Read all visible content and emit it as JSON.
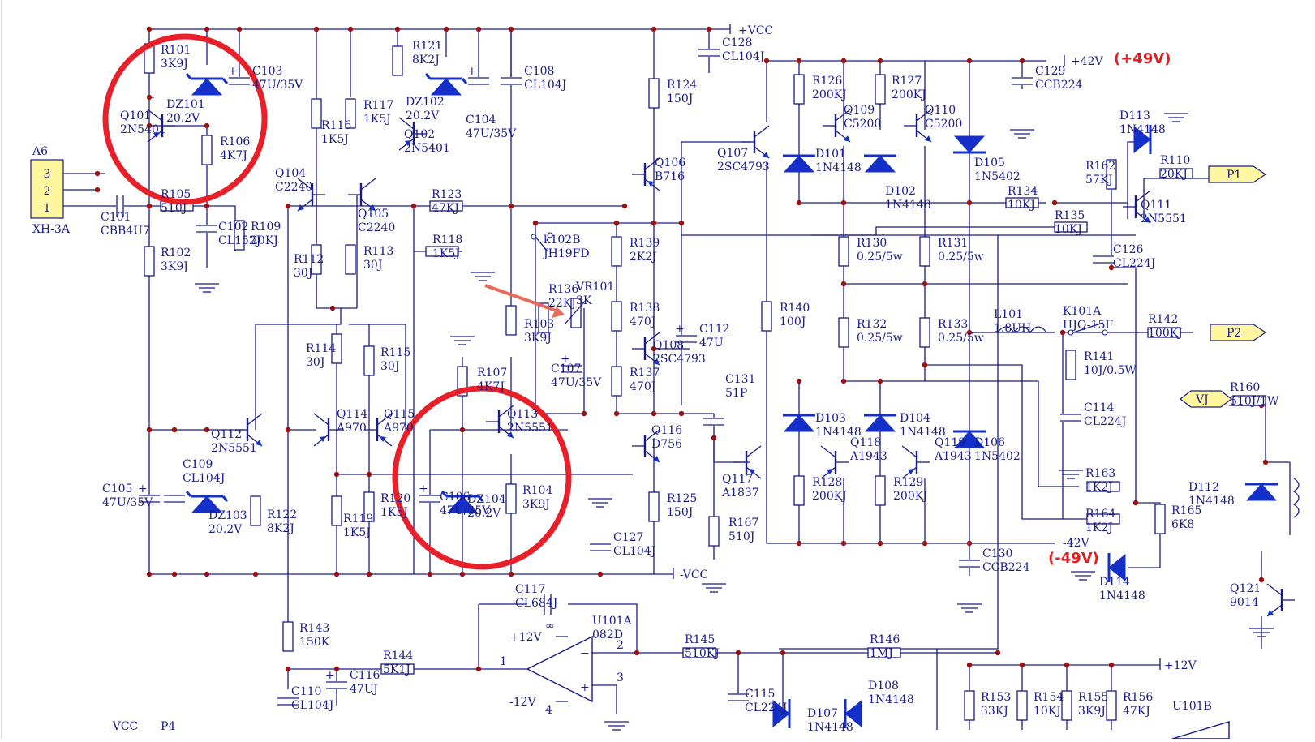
{
  "colors": {
    "wire": "#1a1a8a",
    "junction": "#9b1010",
    "diode": "#1430c8",
    "highlight": "#e8202a",
    "port": "#fff7a0"
  },
  "rails": {
    "vcc_pos": "+VCC",
    "vcc_neg": "-VCC",
    "v42_pos": "+42V",
    "v42_neg": "-42V",
    "v12_pos": "+12V",
    "v12_neg": "-12V",
    "v12_pos_b": "+12V",
    "vcc_neg_b": "-VCC"
  },
  "notes": {
    "pos49": "(+49V)",
    "neg49": "(-49V)"
  },
  "connector": {
    "name": "A6",
    "type": "XH-3A",
    "pins": [
      "3",
      "2",
      "1"
    ]
  },
  "ports": {
    "p1": "P1",
    "p2": "P2",
    "vj": "VJ",
    "p4": "P4"
  },
  "components": [
    {
      "ref": "R101",
      "val": "3K9J"
    },
    {
      "ref": "R102",
      "val": "3K9J"
    },
    {
      "ref": "R103",
      "val": "3K9J"
    },
    {
      "ref": "R104",
      "val": "3K9J"
    },
    {
      "ref": "R105",
      "val": "510J"
    },
    {
      "ref": "R106",
      "val": "4K7J"
    },
    {
      "ref": "R107",
      "val": "4K7J"
    },
    {
      "ref": "R109",
      "val": "20KJ"
    },
    {
      "ref": "R110",
      "val": "20KJ"
    },
    {
      "ref": "R112",
      "val": "30J"
    },
    {
      "ref": "R113",
      "val": "30J"
    },
    {
      "ref": "R114",
      "val": "30J"
    },
    {
      "ref": "R115",
      "val": "30J"
    },
    {
      "ref": "R116",
      "val": "1K5J"
    },
    {
      "ref": "R117",
      "val": "1K5J"
    },
    {
      "ref": "R118",
      "val": "1K5J"
    },
    {
      "ref": "R119",
      "val": "1K5J"
    },
    {
      "ref": "R120",
      "val": "1K5J"
    },
    {
      "ref": "R121",
      "val": "8K2J"
    },
    {
      "ref": "R122",
      "val": "8K2J"
    },
    {
      "ref": "R123",
      "val": "47KJ"
    },
    {
      "ref": "R124",
      "val": "150J"
    },
    {
      "ref": "R125",
      "val": "150J"
    },
    {
      "ref": "R126",
      "val": "200KJ"
    },
    {
      "ref": "R127",
      "val": "200KJ"
    },
    {
      "ref": "R128",
      "val": "200KJ"
    },
    {
      "ref": "R129",
      "val": "200KJ"
    },
    {
      "ref": "R130",
      "val": "0.25/5w"
    },
    {
      "ref": "R131",
      "val": "0.25/5w"
    },
    {
      "ref": "R132",
      "val": "0.25/5w"
    },
    {
      "ref": "R133",
      "val": "0.25/5w"
    },
    {
      "ref": "R134",
      "val": "10KJ"
    },
    {
      "ref": "R135",
      "val": "10KJ"
    },
    {
      "ref": "R136",
      "val": "22KJ"
    },
    {
      "ref": "R137",
      "val": "470J"
    },
    {
      "ref": "R138",
      "val": "470J"
    },
    {
      "ref": "R139",
      "val": "2K2J"
    },
    {
      "ref": "R140",
      "val": "100J"
    },
    {
      "ref": "R141",
      "val": "10J/0.5W"
    },
    {
      "ref": "R142",
      "val": "100KJ"
    },
    {
      "ref": "R143",
      "val": "150K"
    },
    {
      "ref": "R144",
      "val": "5K1J"
    },
    {
      "ref": "R145",
      "val": "510KJ"
    },
    {
      "ref": "R146",
      "val": "1MJ"
    },
    {
      "ref": "R153",
      "val": "33KJ"
    },
    {
      "ref": "R154",
      "val": "10KJ"
    },
    {
      "ref": "R155",
      "val": "3K9J"
    },
    {
      "ref": "R156",
      "val": "47KJ"
    },
    {
      "ref": "R160",
      "val": "510J/1W"
    },
    {
      "ref": "R162",
      "val": "57KJ"
    },
    {
      "ref": "R163",
      "val": "1K2J"
    },
    {
      "ref": "R164",
      "val": "1K2J"
    },
    {
      "ref": "R165",
      "val": "6K8"
    },
    {
      "ref": "R167",
      "val": "510J"
    },
    {
      "ref": "C101",
      "val": "CBB4U7"
    },
    {
      "ref": "C102",
      "val": "CL152J"
    },
    {
      "ref": "C103",
      "val": "47U/35V"
    },
    {
      "ref": "C104",
      "val": "47U/35V"
    },
    {
      "ref": "C105",
      "val": "47U/35V"
    },
    {
      "ref": "C106",
      "val": "47U/35V"
    },
    {
      "ref": "C107",
      "val": "47U/35V"
    },
    {
      "ref": "C108",
      "val": "CL104J"
    },
    {
      "ref": "C109",
      "val": "CL104J"
    },
    {
      "ref": "C110",
      "val": "CL104J"
    },
    {
      "ref": "C112",
      "val": "47U"
    },
    {
      "ref": "C114",
      "val": "CL224J"
    },
    {
      "ref": "C115",
      "val": "CL224J"
    },
    {
      "ref": "C116",
      "val": "47UJ"
    },
    {
      "ref": "C117",
      "val": "CL684J"
    },
    {
      "ref": "C126",
      "val": "CL224J"
    },
    {
      "ref": "C127",
      "val": "CL104J"
    },
    {
      "ref": "C128",
      "val": "CL104J"
    },
    {
      "ref": "C129",
      "val": "CCB224"
    },
    {
      "ref": "C130",
      "val": "CCB224"
    },
    {
      "ref": "C131",
      "val": "51P"
    },
    {
      "ref": "Q101",
      "val": "2N5401"
    },
    {
      "ref": "Q102",
      "val": "2N5401"
    },
    {
      "ref": "Q104",
      "val": "C2240"
    },
    {
      "ref": "Q105",
      "val": "C2240"
    },
    {
      "ref": "Q106",
      "val": "B716"
    },
    {
      "ref": "Q107",
      "val": "2SC4793"
    },
    {
      "ref": "Q108",
      "val": "2SC4793"
    },
    {
      "ref": "Q109",
      "val": "C5200"
    },
    {
      "ref": "Q110",
      "val": "C5200"
    },
    {
      "ref": "Q111",
      "val": "2N5551"
    },
    {
      "ref": "Q112",
      "val": "2N5551"
    },
    {
      "ref": "Q113",
      "val": "2N5551"
    },
    {
      "ref": "Q114",
      "val": "A970"
    },
    {
      "ref": "Q115",
      "val": "A970"
    },
    {
      "ref": "Q116",
      "val": "D756"
    },
    {
      "ref": "Q117",
      "val": "A1837"
    },
    {
      "ref": "Q118",
      "val": "A1943"
    },
    {
      "ref": "Q119",
      "val": "A1943"
    },
    {
      "ref": "Q121",
      "val": "9014"
    },
    {
      "ref": "DZ101",
      "val": "20.2V"
    },
    {
      "ref": "DZ102",
      "val": "20.2V"
    },
    {
      "ref": "DZ103",
      "val": "20.2V"
    },
    {
      "ref": "DZ104",
      "val": "20.2V"
    },
    {
      "ref": "D101",
      "val": "1N4148"
    },
    {
      "ref": "D102",
      "val": "1N4148"
    },
    {
      "ref": "D103",
      "val": "1N4148"
    },
    {
      "ref": "D104",
      "val": "1N4148"
    },
    {
      "ref": "D105",
      "val": "1N5402"
    },
    {
      "ref": "D106",
      "val": "1N5402"
    },
    {
      "ref": "D107",
      "val": "1N4148"
    },
    {
      "ref": "D108",
      "val": "1N4148"
    },
    {
      "ref": "D112",
      "val": "1N4148"
    },
    {
      "ref": "D113",
      "val": "1N4148"
    },
    {
      "ref": "D114",
      "val": "1N4148"
    },
    {
      "ref": "L101",
      "val": "1.8UH"
    },
    {
      "ref": "K101A",
      "val": "HJQ-15F"
    },
    {
      "ref": "k102B",
      "val": "JH19FD"
    },
    {
      "ref": "VR101",
      "val": "3K"
    },
    {
      "ref": "U101A",
      "val": "082D"
    },
    {
      "ref": "U101B",
      "val": ""
    }
  ],
  "opamp_pins": {
    "out": "2",
    "in_a": "1",
    "in_b": "3",
    "pin4": "4",
    "inf": "∞",
    "minus": "−",
    "plus": "+"
  }
}
